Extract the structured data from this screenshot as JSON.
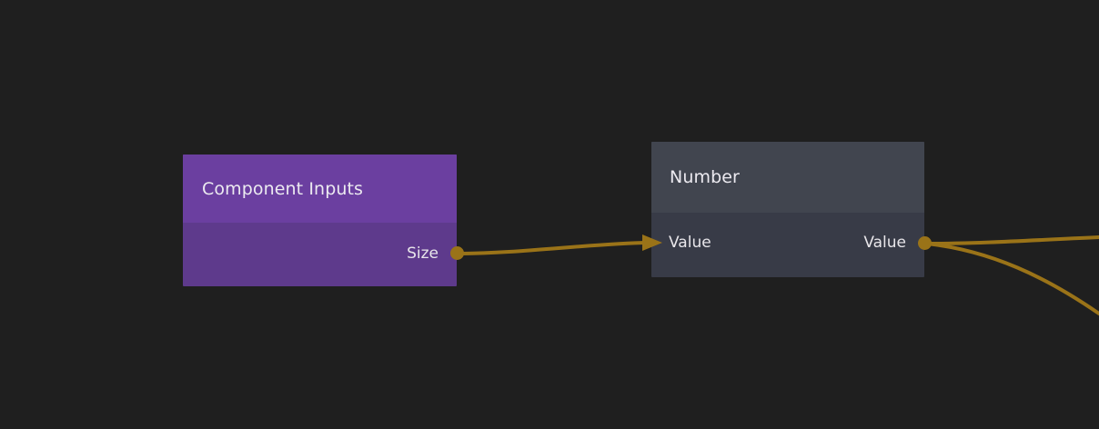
{
  "editor": {
    "name": "node-graph-canvas",
    "background_color": "#1f1f1f"
  },
  "theme": {
    "edge_color": "#9a7318",
    "port_color": "#9a7318",
    "purple_header": "#6b3fa0",
    "purple_body": "#5e3a8c",
    "gray_header": "#41454f",
    "gray_body": "#383b47",
    "label_color": "#e8e6ea"
  },
  "nodes": [
    {
      "id": "component-inputs",
      "title": "Component Inputs",
      "outputs": [
        {
          "label": "Size"
        }
      ],
      "inputs": []
    },
    {
      "id": "number",
      "title": "Number",
      "inputs": [
        {
          "label": "Value"
        }
      ],
      "outputs": [
        {
          "label": "Value"
        }
      ]
    }
  ],
  "edges": [
    {
      "id": "edge-size-to-value",
      "from": "component-inputs.Size",
      "to": "number.Value",
      "has_arrowhead": true
    },
    {
      "id": "edge-value-out-upper",
      "from": "number.Value",
      "to": "offscreen-right-upper",
      "has_arrowhead": false
    },
    {
      "id": "edge-value-out-lower",
      "from": "number.Value",
      "to": "offscreen-right-lower",
      "has_arrowhead": false
    }
  ]
}
